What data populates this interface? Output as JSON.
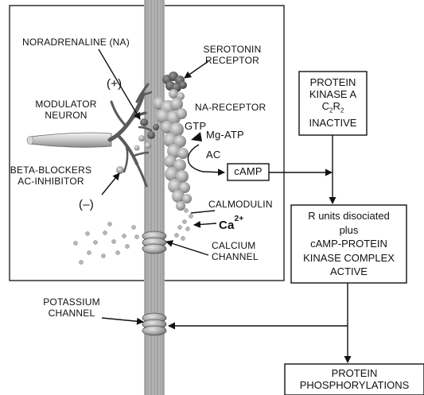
{
  "labels": {
    "noradrenaline": "NORADRENALINE (NA)",
    "serotonin_receptor": [
      "SEROTONIN",
      "RECEPTOR"
    ],
    "na_receptor": "NA-RECEPTOR",
    "plus_sign": "(+)",
    "minus_sign": "(–)",
    "modulator_neuron": [
      "MODULATOR",
      "NEURON"
    ],
    "gtp": "GTP",
    "mg_atp": "Mg-ATP",
    "ac": "AC",
    "camp": "cAMP",
    "beta_blockers": [
      "BETA-BLOCKERS",
      "AC-INHIBITOR"
    ],
    "calmodulin": "CALMODULIN",
    "ca": "Ca",
    "ca_charge": "2+",
    "calcium_channel": [
      "CALCIUM",
      "CHANNEL"
    ],
    "potassium_channel": [
      "POTASSIUM",
      "CHANNEL"
    ]
  },
  "boxes": {
    "pka_inactive": {
      "line1": "PROTEIN",
      "line2": "KINASE A",
      "line3_main": "C",
      "line3_sub1": "2",
      "line3_mid": "R",
      "line3_sub2": "2",
      "line4": "INACTIVE"
    },
    "complex_active": [
      "R units disociated",
      "plus",
      "cAMP-PROTEIN",
      "KINASE COMPLEX",
      "ACTIVE"
    ],
    "phosphorylations": [
      "PROTEIN",
      "PHOSPHORYLATIONS"
    ]
  },
  "colors": {
    "membrane": "#a9a9a9",
    "molecule": "#9a9a9a",
    "line": "#111111"
  }
}
